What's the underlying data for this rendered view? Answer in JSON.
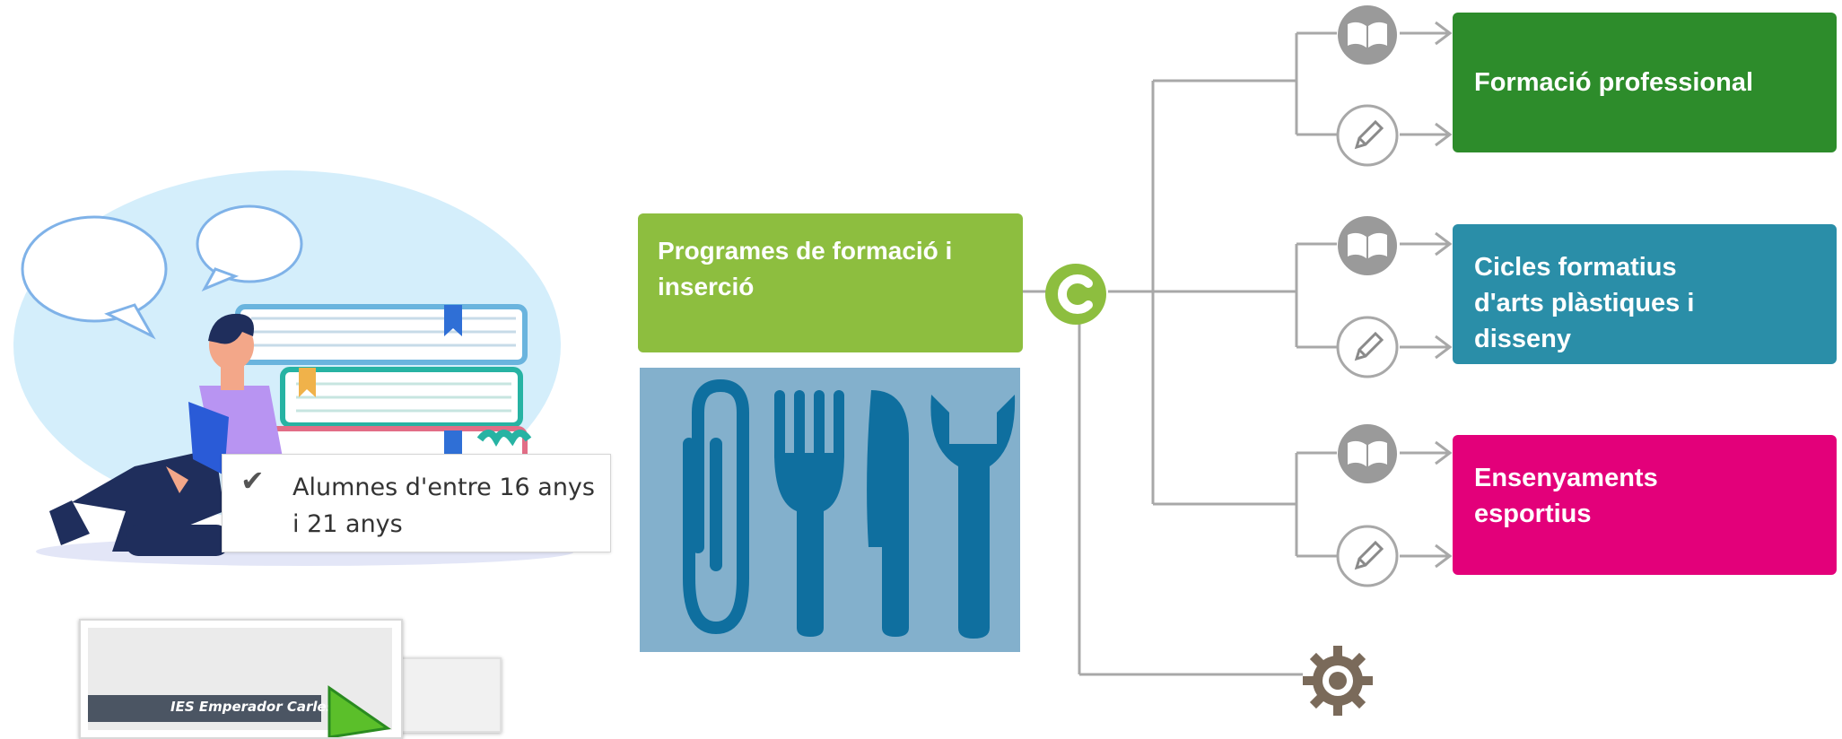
{
  "tooltip": {
    "text": "Alumnes d'entre 16 anys i 21 anys"
  },
  "thumbnail": {
    "banner_text": "IES Emperador Carles"
  },
  "center": {
    "title": "Programes de formació i inserció",
    "hub_icon": "c-letter-icon",
    "tools_icons": [
      "paperclip-icon",
      "fork-icon",
      "knife-icon",
      "wrench-icon"
    ]
  },
  "branches": [
    {
      "label": "Formació professional",
      "color": "#2d8c2b",
      "icons": [
        "book-icon",
        "pencil-icon"
      ]
    },
    {
      "label": "Cicles formatius d'arts plàstiques i disseny",
      "color": "#2a8ea8",
      "icons": [
        "book-icon",
        "pencil-icon"
      ]
    },
    {
      "label": "Ensenyaments esportius",
      "color": "#e3007a",
      "icons": [
        "book-icon",
        "pencil-icon"
      ]
    }
  ],
  "bottom_icon": "gear-icon",
  "colors": {
    "line": "#a8a8a8",
    "hub_green": "#8dbe3f",
    "tools_bg": "#83b0cc",
    "tools_fg": "#0f6f9f"
  }
}
